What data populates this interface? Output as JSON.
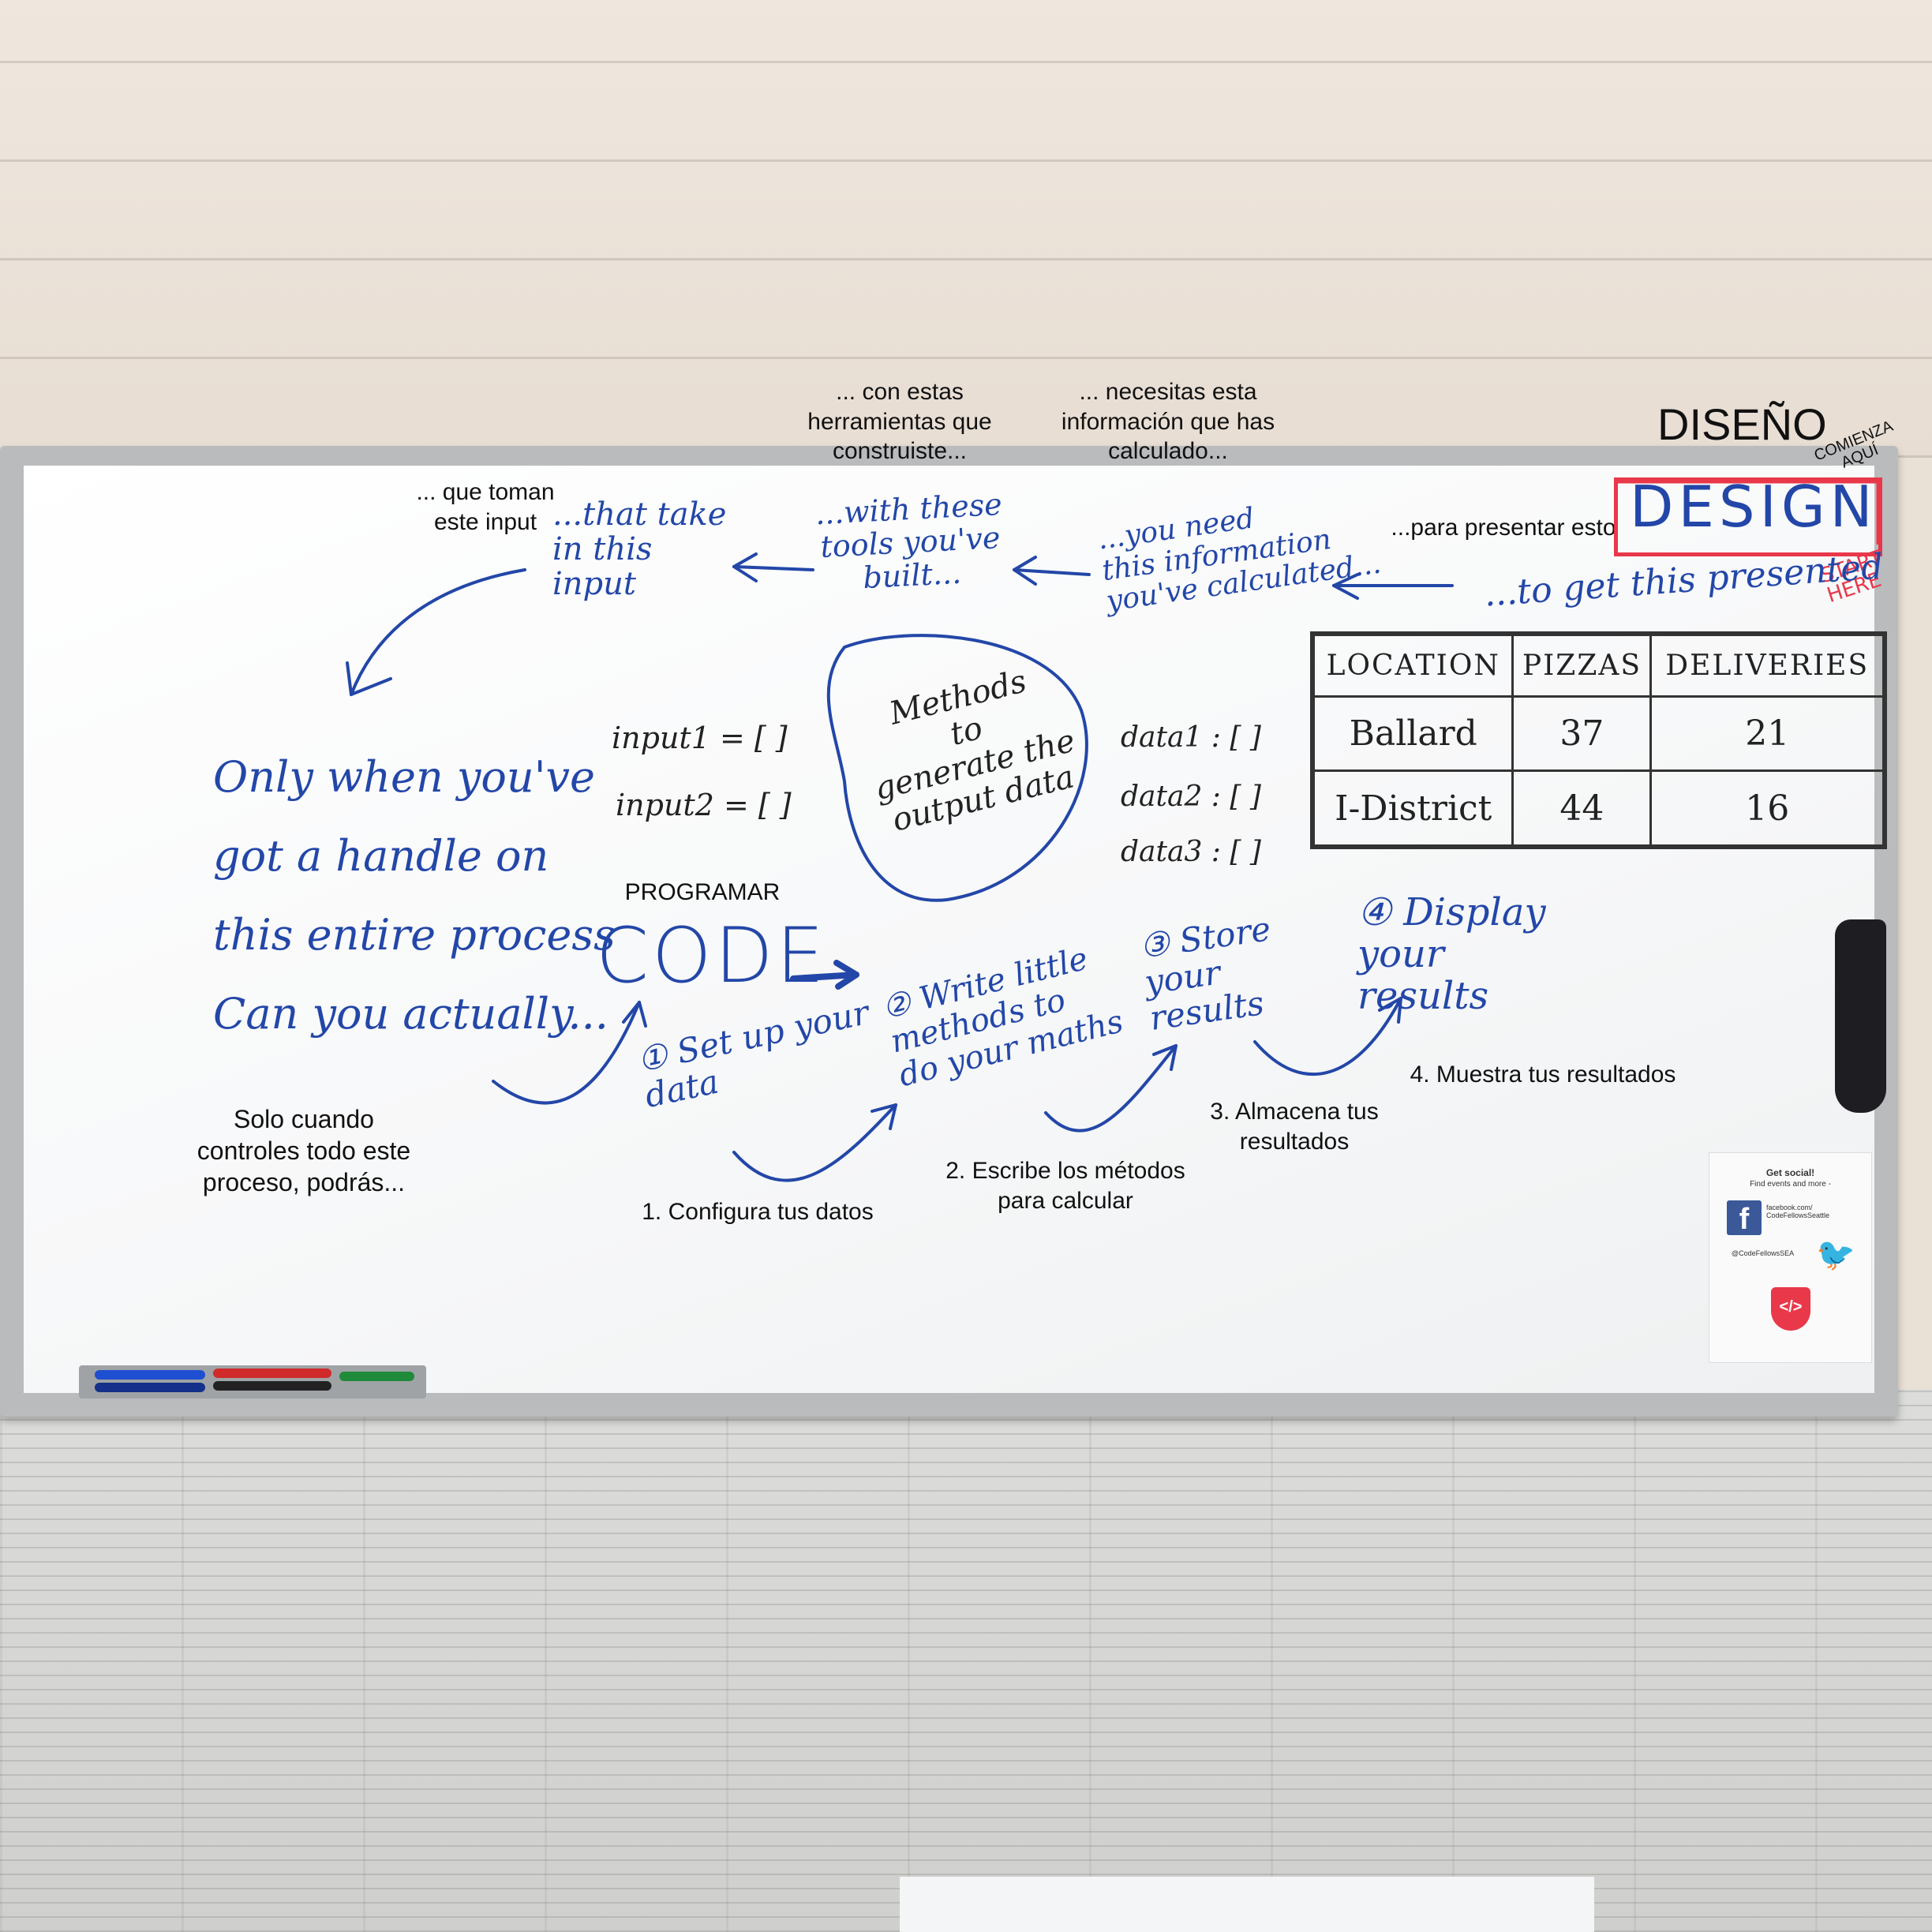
{
  "captions": {
    "que_toman": "... que toman\neste input",
    "con_estas": "... con estas\nherramientas que\nconstruiste...",
    "necesitas": "... necesitas esta\ninformación que has\ncalculado...",
    "diseno": "DISEÑO",
    "comienza": "COMIENZA\nAQUÍ",
    "para_presentar": "...para presentar esto",
    "programar": "PROGRAMAR",
    "solo_cuando": "Solo cuando\ncontroles todo este\nproceso, podrás...",
    "step1": "1. Configura tus datos",
    "step2": "2. Escribe los métodos\npara calcular",
    "step3": "3. Almacena tus\nresultados",
    "step4": "4. Muestra tus resultados"
  },
  "board": {
    "design": "DESIGN",
    "start_here": "START\nHERE",
    "to_get": "...to get this presented",
    "you_need": "...you need\nthis information\nyou've calculated...",
    "with_these": "...with these\ntools you've\nbuilt...",
    "that_take": "...that take\nin this\ninput",
    "only_when": "Only when you've\ngot a handle on\nthis entire process\nCan you actually...",
    "input1": "input1 = [      ]",
    "input2": "input2 = [      ]",
    "methods": "Methods\nto\ngenerate the\noutput data",
    "data1": "data1 : [        ]",
    "data2": "data2 : [        ]",
    "data3": "data3 : [        ]",
    "code": "CODE",
    "step1": "① Set up your\ndata",
    "step2": "② Write little\nmethods to\ndo your maths",
    "step3": "③ Store\nyour\nresults",
    "step4": "④ Display\nyour\nresults"
  },
  "table": {
    "headers": [
      "LOCATION",
      "PIZZAS",
      "DELIVERIES"
    ],
    "rows": [
      [
        "Ballard",
        "37",
        "21"
      ],
      [
        "I-District",
        "44",
        "16"
      ]
    ]
  },
  "social": {
    "title": "Get social!",
    "subtitle": "Find events and more -",
    "facebook": "facebook.com/\nCodeFellowsSeattle",
    "twitter": "@CodeFellowsSEA"
  },
  "colors": {
    "ink_blue": "#2347a8",
    "ink_red": "#e8384a"
  }
}
